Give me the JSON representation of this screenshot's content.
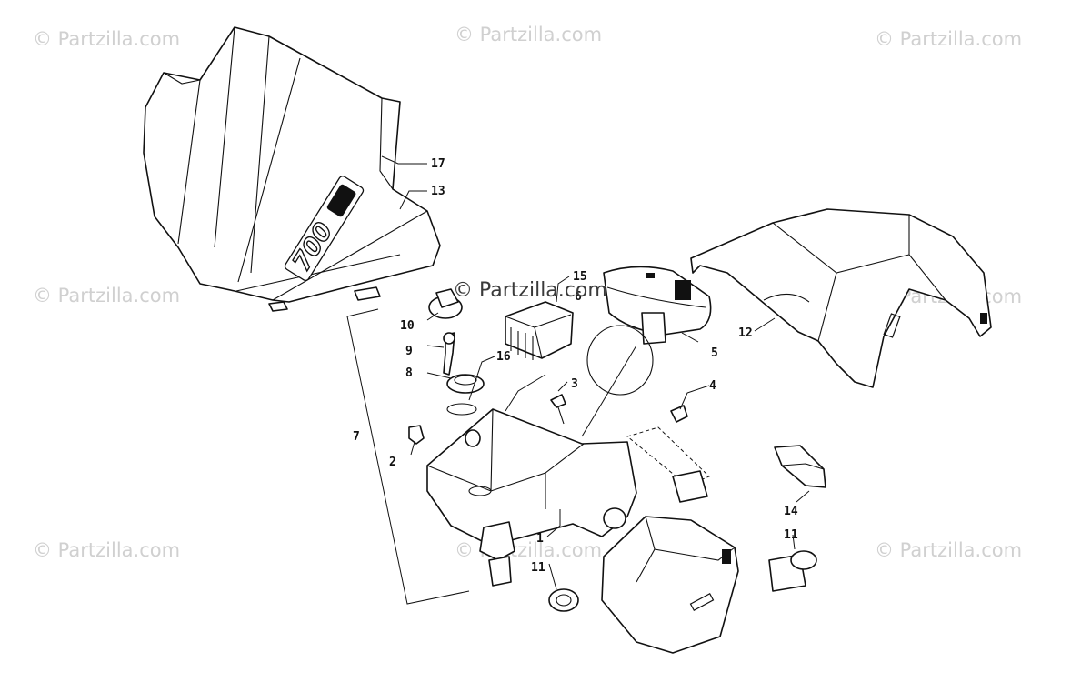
{
  "watermarks": [
    "© Partzilla.com",
    "© Partzilla.com",
    "© Partzilla.com",
    "© Partzilla.com",
    "© Partzilla.com",
    "© Partzilla.com",
    "© Partzilla.com",
    "© Partzilla.com"
  ],
  "center_watermark": "© Partzilla.com",
  "decal_text": "700",
  "callouts": [
    "17",
    "13",
    "15",
    "6",
    "10",
    "9",
    "8",
    "16",
    "3",
    "4",
    "5",
    "12",
    "7",
    "2",
    "1",
    "14",
    "11",
    "11"
  ]
}
